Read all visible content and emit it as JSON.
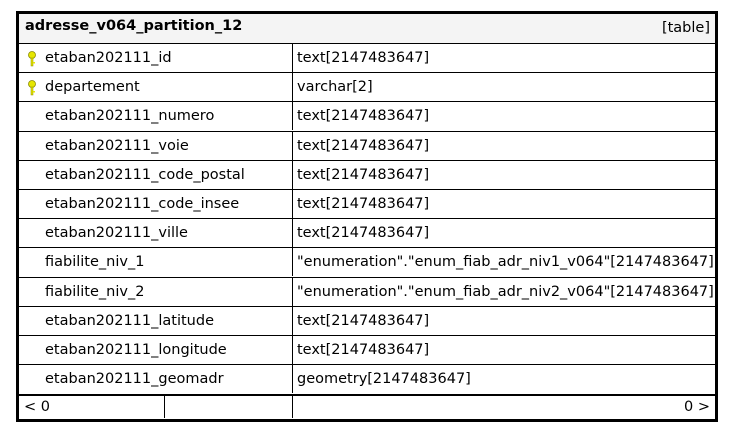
{
  "table": {
    "name": "adresse_v064_partition_12",
    "kind": "[table]",
    "key_color": "#e6e600",
    "columns": [
      {
        "name": "etaban202111_id",
        "type": "text[2147483647]",
        "key": true
      },
      {
        "name": "departement",
        "type": "varchar[2]",
        "key": true
      },
      {
        "name": "etaban202111_numero",
        "type": "text[2147483647]",
        "key": false
      },
      {
        "name": "etaban202111_voie",
        "type": "text[2147483647]",
        "key": false
      },
      {
        "name": "etaban202111_code_postal",
        "type": "text[2147483647]",
        "key": false
      },
      {
        "name": "etaban202111_code_insee",
        "type": "text[2147483647]",
        "key": false
      },
      {
        "name": "etaban202111_ville",
        "type": "text[2147483647]",
        "key": false
      },
      {
        "name": "fiabilite_niv_1",
        "type": "\"enumeration\".\"enum_fiab_adr_niv1_v064\"[2147483647]",
        "key": false
      },
      {
        "name": "fiabilite_niv_2",
        "type": "\"enumeration\".\"enum_fiab_adr_niv2_v064\"[2147483647]",
        "key": false
      },
      {
        "name": "etaban202111_latitude",
        "type": "text[2147483647]",
        "key": false
      },
      {
        "name": "etaban202111_longitude",
        "type": "text[2147483647]",
        "key": false
      },
      {
        "name": "etaban202111_geomadr",
        "type": "geometry[2147483647]",
        "key": false
      }
    ],
    "footer": {
      "left": "< 0",
      "right": "0 >"
    }
  }
}
